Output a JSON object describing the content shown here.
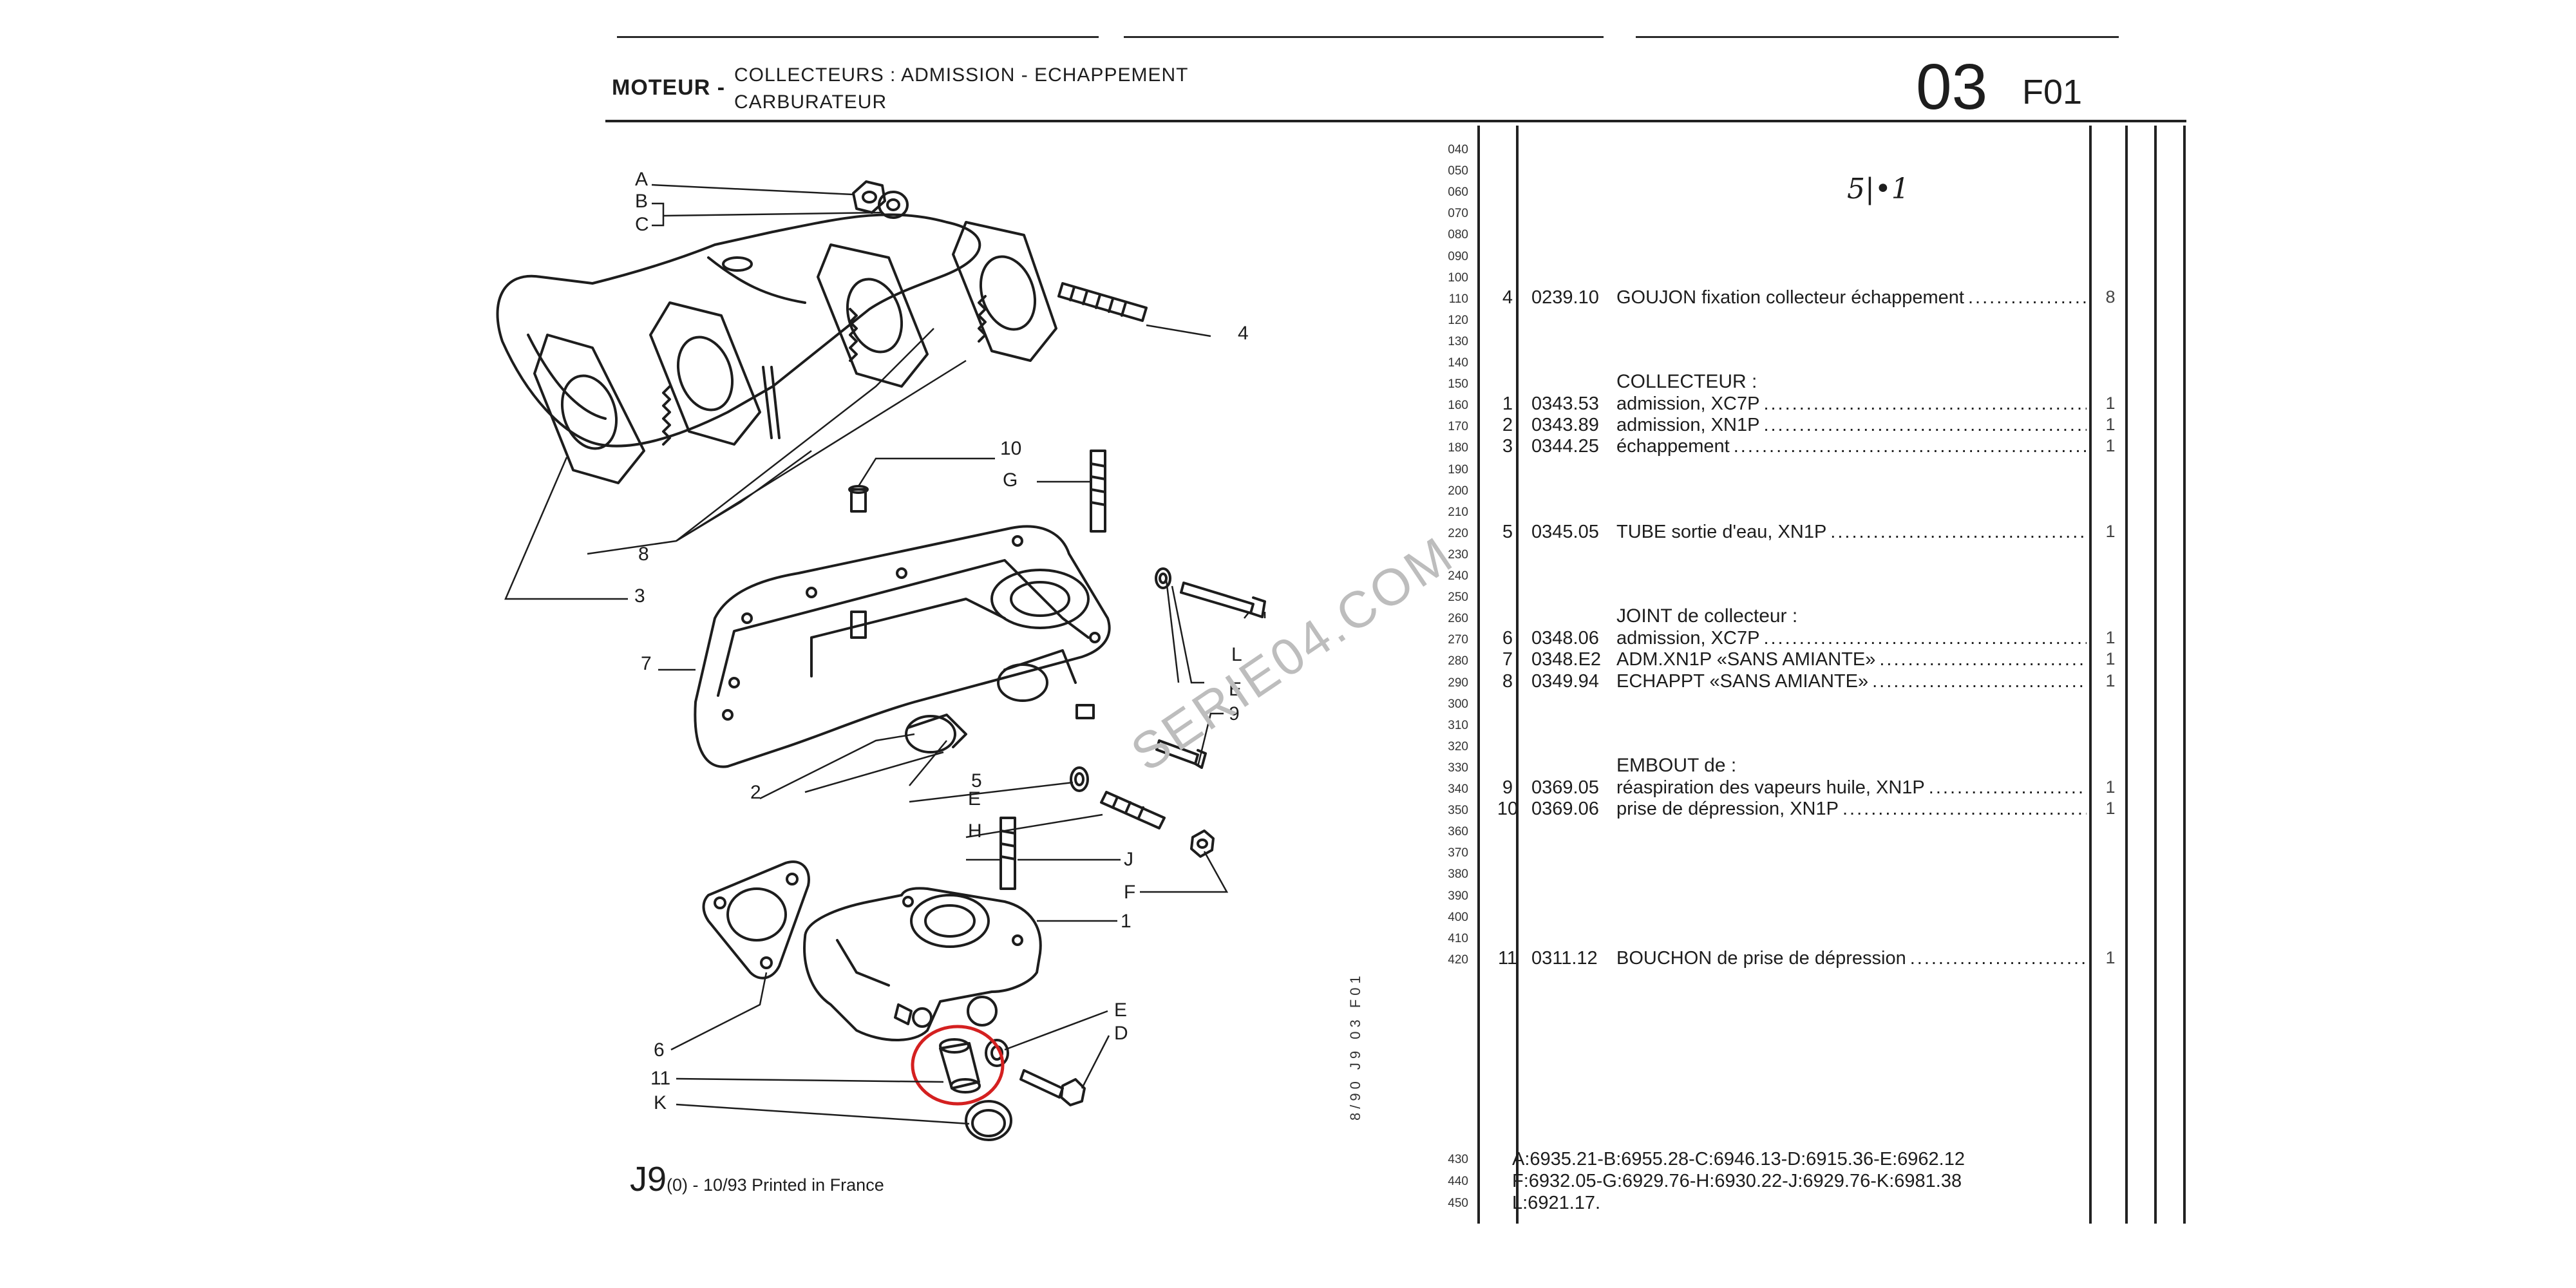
{
  "header": {
    "section": "MOTEUR -",
    "subtitle1": "COLLECTEURS : ADMISSION - ECHAPPEMENT",
    "subtitle2": "CARBURATEUR",
    "number": "03",
    "code": "F01"
  },
  "footer": {
    "model": "J9",
    "variant": "(0)",
    "date": " - 10/93 Printed in France"
  },
  "side_text": "8/90  J9  03 F01",
  "watermark": "SERIE04.COM",
  "handwritten": "5|•1",
  "line_numbers": [
    "040",
    "050",
    "060",
    "070",
    "080",
    "090",
    "100",
    "110",
    "120",
    "130",
    "140",
    "150",
    "160",
    "170",
    "180",
    "190",
    "200",
    "210",
    "220",
    "230",
    "240",
    "250",
    "260",
    "270",
    "280",
    "290",
    "300",
    "310",
    "320",
    "330",
    "340",
    "350",
    "360",
    "370",
    "380",
    "390",
    "400",
    "410",
    "420"
  ],
  "footer_line_numbers": [
    "430",
    "440",
    "450"
  ],
  "parts": [
    {
      "line": "110",
      "qty": "4",
      "ref": "0239.10",
      "desc": "GOUJON fixation collecteur échappement",
      "right_qty": "8"
    },
    {
      "line": "160",
      "qty": "1",
      "ref": "0343.53",
      "desc": "admission, XC7P",
      "right_qty": "1"
    },
    {
      "line": "170",
      "qty": "2",
      "ref": "0343.89",
      "desc": "admission, XN1P",
      "right_qty": "1"
    },
    {
      "line": "180",
      "qty": "3",
      "ref": "0344.25",
      "desc": "échappement",
      "right_qty": "1"
    },
    {
      "line": "220",
      "qty": "5",
      "ref": "0345.05",
      "desc": "TUBE sortie d'eau, XN1P",
      "right_qty": "1"
    },
    {
      "line": "270",
      "qty": "6",
      "ref": "0348.06",
      "desc": "admission, XC7P",
      "right_qty": "1"
    },
    {
      "line": "280",
      "qty": "7",
      "ref": "0348.E2",
      "desc": "ADM.XN1P «SANS AMIANTE»",
      "right_qty": "1"
    },
    {
      "line": "290",
      "qty": "8",
      "ref": "0349.94",
      "desc": "ECHAPPT «SANS AMIANTE»",
      "right_qty": "1"
    },
    {
      "line": "340",
      "qty": "9",
      "ref": "0369.05",
      "desc": "réaspiration des vapeurs huile, XN1P",
      "right_qty": "1"
    },
    {
      "line": "350",
      "qty": "10",
      "ref": "0369.06",
      "desc": "prise de dépression, XN1P",
      "right_qty": "1"
    },
    {
      "line": "420",
      "qty": "11",
      "ref": "0311.12",
      "desc": "BOUCHON de prise de dépression",
      "right_qty": "1"
    }
  ],
  "section_headings": [
    {
      "line": "150",
      "text": "COLLECTEUR :"
    },
    {
      "line": "260",
      "text": "JOINT de collecteur :"
    },
    {
      "line": "330",
      "text": "EMBOUT de :"
    }
  ],
  "codes": [
    "A:6935.21-B:6955.28-C:6946.13-D:6915.36-E:6962.12",
    "F:6932.05-G:6929.76-H:6930.22-J:6929.76-K:6981.38",
    "L:6921.17."
  ],
  "diagram_labels": {
    "A": "A",
    "B": "B",
    "C": "C",
    "4": "4",
    "10": "10",
    "G": "G",
    "8": "8",
    "3": "3",
    "L": "L",
    "E": "E",
    "9": "9",
    "7": "7",
    "5": "5",
    "2": "2",
    "H": "H",
    "J": "J",
    "F": "F",
    "1": "1",
    "6": "6",
    "11": "11",
    "K": "K",
    "D": "D"
  },
  "colors": {
    "ink": "#1d1d1d",
    "highlight": "#d42020",
    "watermark": "#bdbdbd"
  }
}
